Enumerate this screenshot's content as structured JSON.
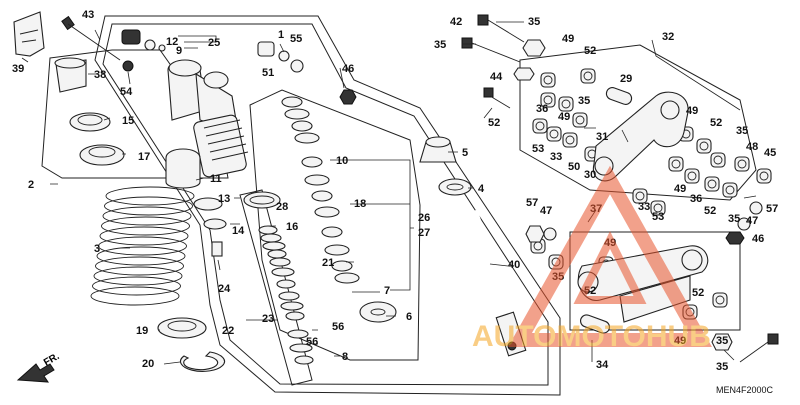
{
  "diagram": {
    "code": "MEN4F2000C",
    "front_label": "FR.",
    "watermark": "AUTOMOTOHUB",
    "watermark_color": "#e8552d",
    "watermark_accent": "#f5a623",
    "labels": [
      "43",
      "39",
      "38",
      "54",
      "15",
      "17",
      "2",
      "3",
      "19",
      "20",
      "12",
      "9",
      "25",
      "1",
      "55",
      "51",
      "46",
      "11",
      "13",
      "28",
      "14",
      "24",
      "16",
      "23",
      "22",
      "56",
      "56",
      "8",
      "10",
      "18",
      "26",
      "27",
      "21",
      "7",
      "6",
      "5",
      "4",
      "40",
      "42",
      "35",
      "35",
      "44",
      "52",
      "49",
      "52",
      "36",
      "49",
      "35",
      "53",
      "33",
      "50",
      "29",
      "31",
      "30",
      "32",
      "49",
      "52",
      "35",
      "48",
      "45",
      "36",
      "49",
      "52",
      "57",
      "35",
      "47",
      "57",
      "47",
      "46",
      "37",
      "33",
      "53",
      "49",
      "35",
      "52",
      "52",
      "34",
      "35",
      "49",
      "35"
    ]
  }
}
